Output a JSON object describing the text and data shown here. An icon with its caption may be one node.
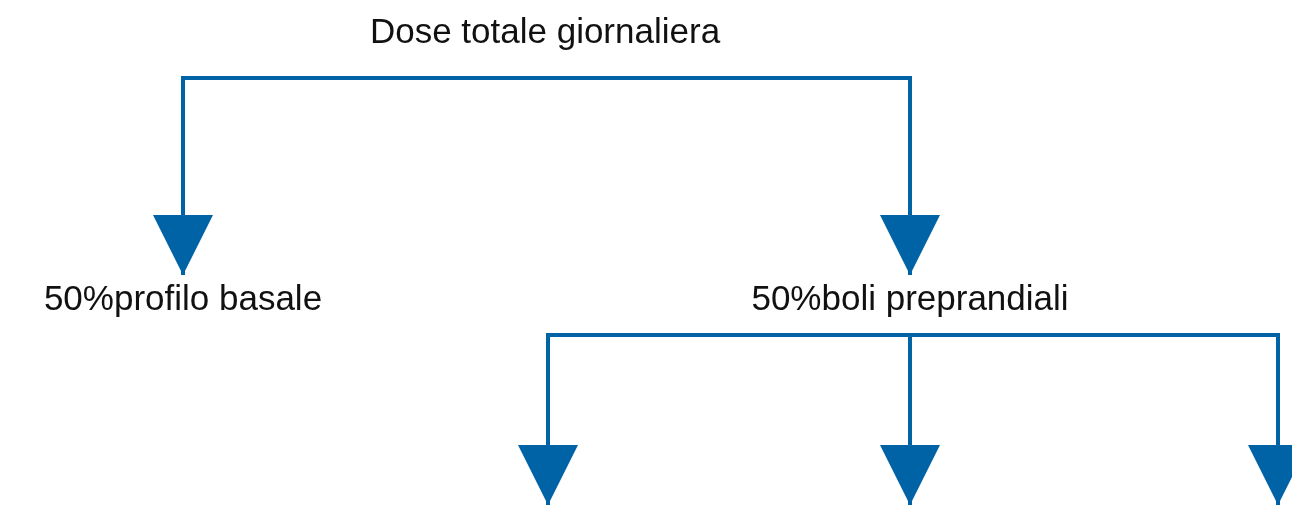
{
  "diagram": {
    "nodes": [
      {
        "text": [
          "Dose totale giornaliera"
        ]
      },
      {
        "text": [
          "50%profilo basale"
        ]
      },
      {
        "text": [
          "50%boli preprandiali"
        ]
      }
    ],
    "edges": [
      {
        "from": 0,
        "to": 1,
        "arrow": "to"
      },
      {
        "from": 0,
        "to": 2,
        "arrow": "to"
      },
      {
        "from": 2,
        "to": null,
        "arrow": "to"
      },
      {
        "from": 2,
        "to": null,
        "arrow": "to"
      },
      {
        "from": 2,
        "to": null,
        "arrow": "to"
      }
    ]
  }
}
